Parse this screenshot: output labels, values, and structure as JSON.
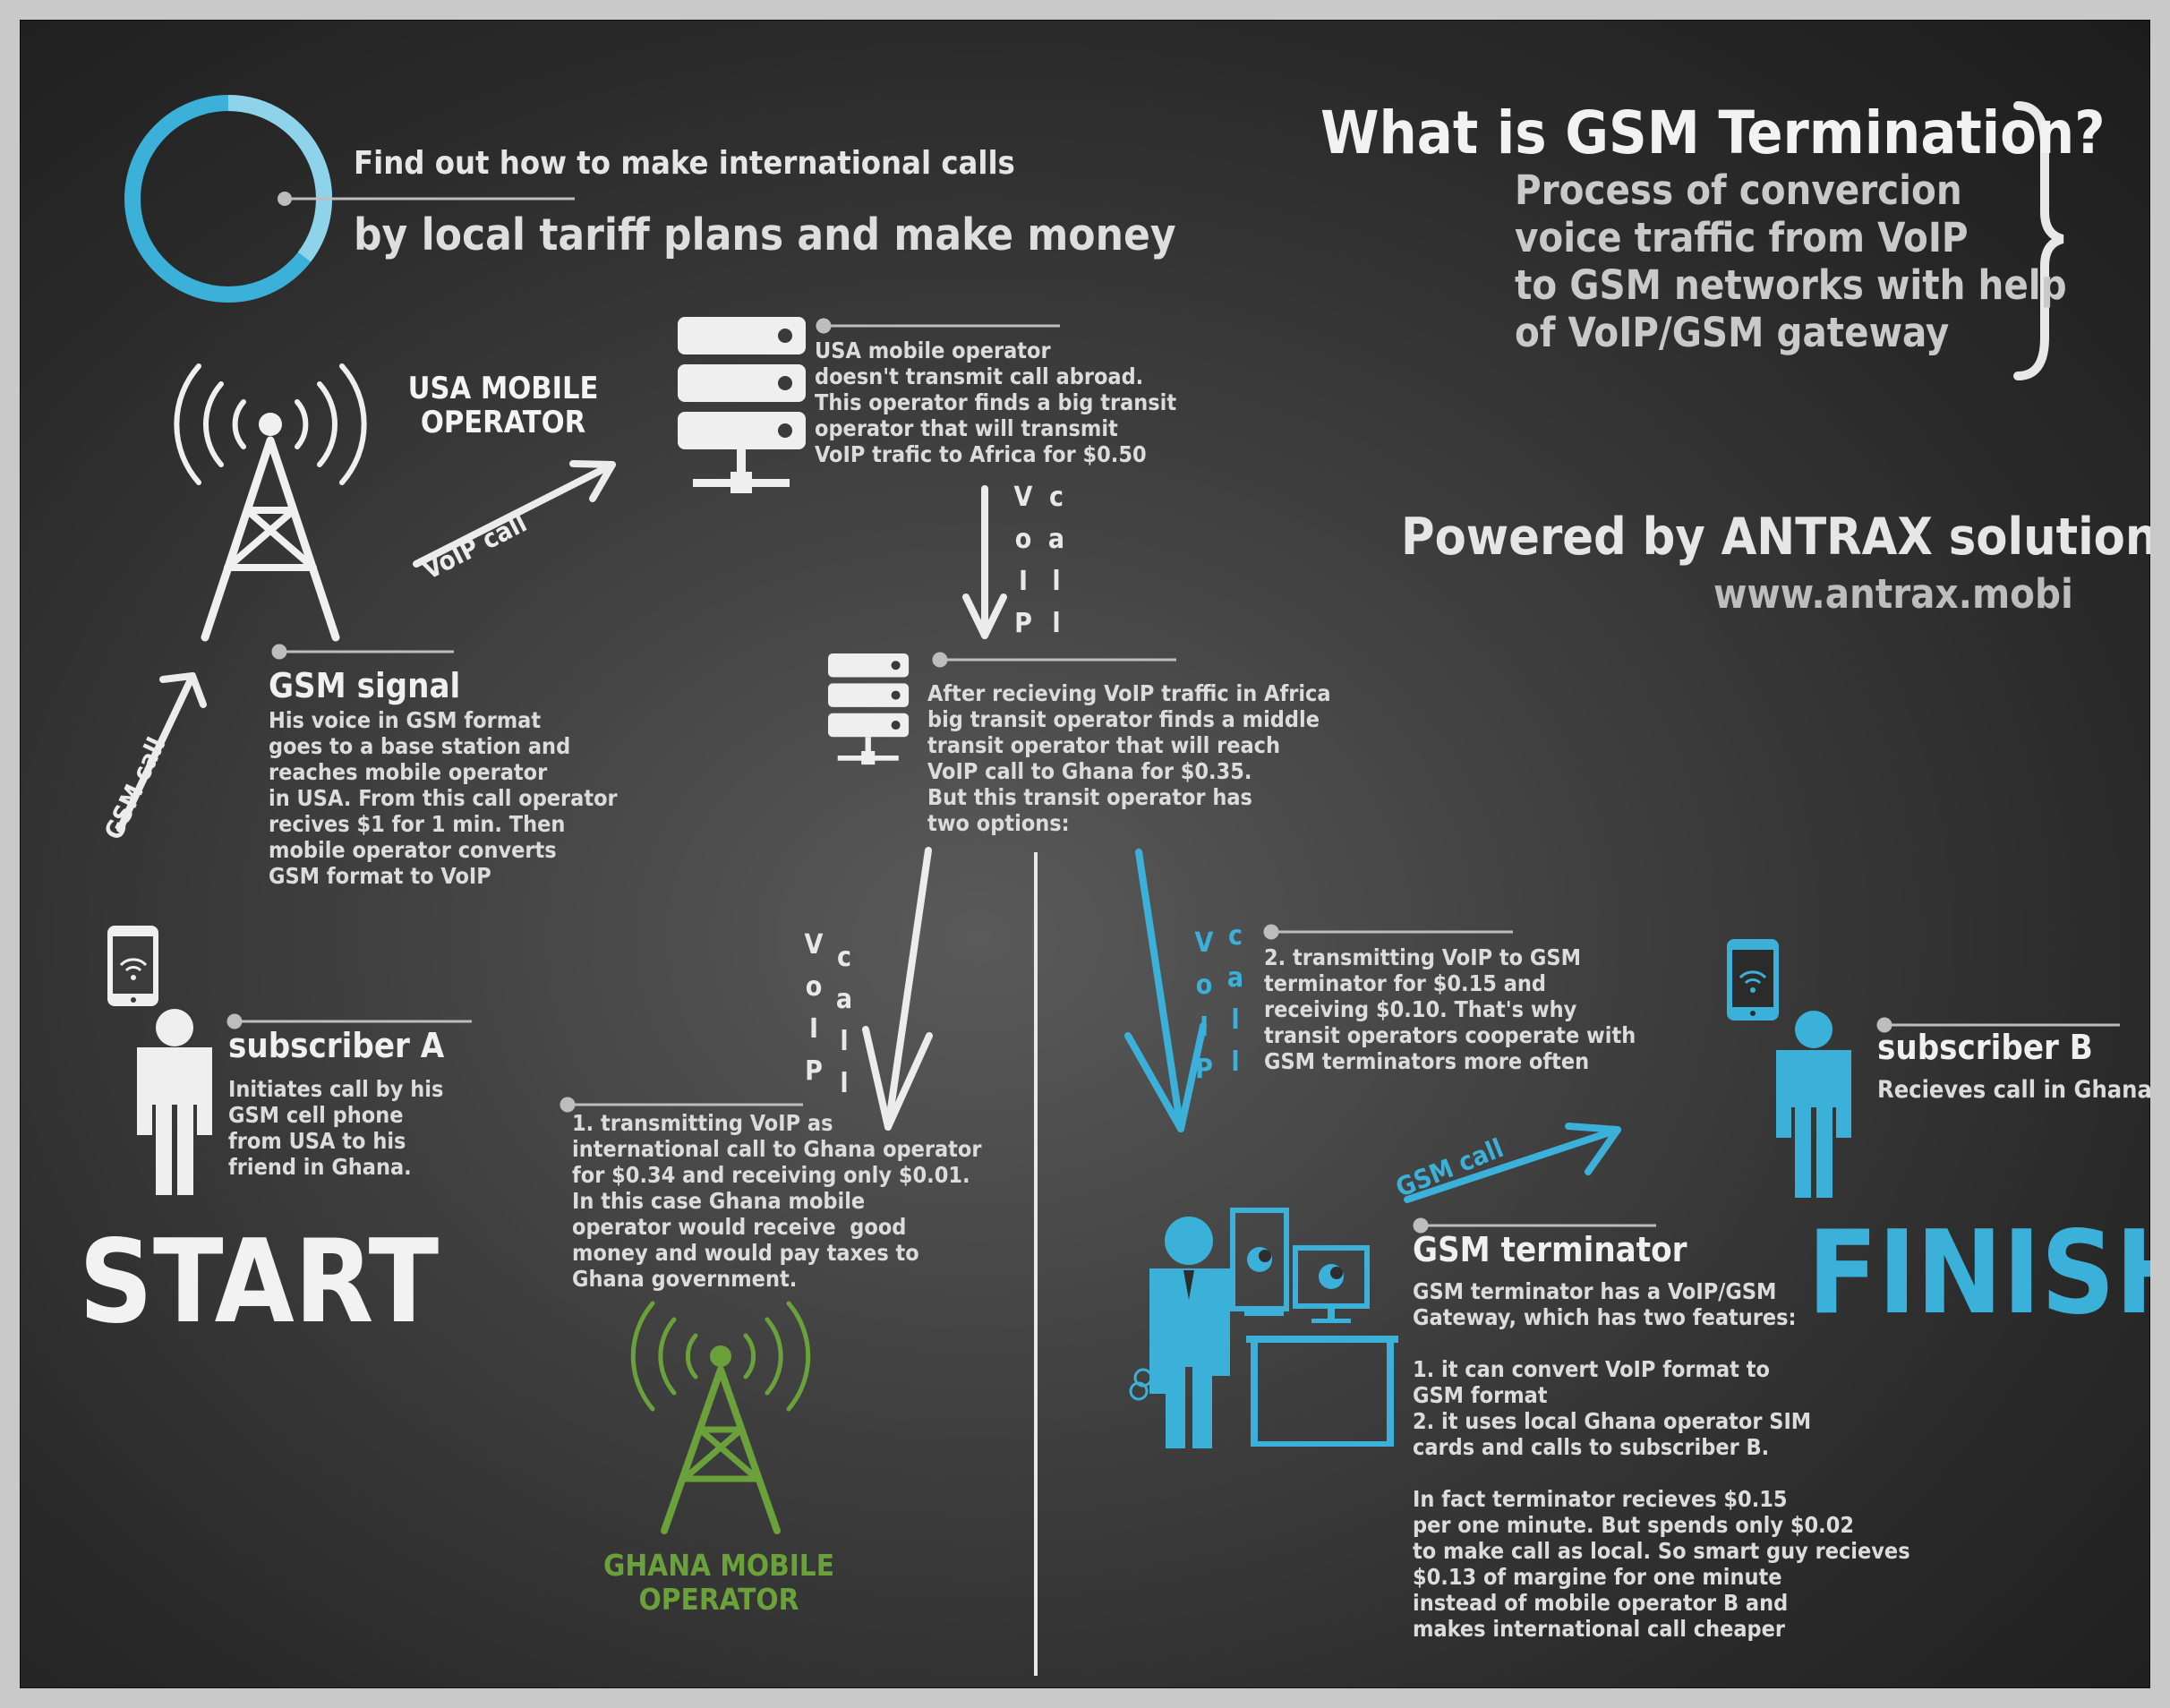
{
  "intro": {
    "line1": "Find out how to make international calls",
    "line2": "by local tariff plans and make money"
  },
  "definition": {
    "title": "What is GSM Termination?",
    "body": "Process of convercion\nvoice traffic from VoIP\nto GSM networks with help\nof VoIP/GSM gateway"
  },
  "powered": {
    "line": "Powered by ANTRAX solution",
    "url": "www.antrax.mobi"
  },
  "usa_operator": {
    "label": "USA MOBILE\nOPERATOR"
  },
  "gsm_signal": {
    "title": "GSM signal",
    "body": "His voice in GSM format\ngoes to a base station and\nreaches mobile operator\nin USA. From this call operator\nrecives $1 for 1 min. Then\nmobile operator converts\nGSM format to VoIP"
  },
  "subscriber_a": {
    "title": "subscriber A",
    "body": "Initiates call by his\nGSM cell phone\nfrom USA to his\nfriend in Ghana."
  },
  "start_label": "START",
  "finish_label": "FINISH",
  "arrow_labels": {
    "voip_call": "VoIP call",
    "gsm_call_a": "GSM call",
    "gsm_call_b": "GSM call",
    "voip_vertical": "VoIP call"
  },
  "vertical_letters": {
    "col1": [
      "V",
      "o",
      "I",
      "P"
    ],
    "col2": [
      "c",
      "a",
      "l",
      "l"
    ]
  },
  "usa_transit": {
    "body": "USA mobile operator\ndoesn't transmit call abroad.\nThis operator finds a big transit\noperator that will transmit\nVoIP trafic to Africa for $0.50"
  },
  "africa_transit": {
    "body": "After recieving VoIP traffic in Africa\nbig transit operator finds a middle\ntransit operator that will reach\nVoIP call to Ghana for $0.35.\nBut this transit operator has\ntwo options:"
  },
  "option1": {
    "body": "1. transmitting VoIP as\ninternational call to Ghana operator\nfor $0.34 and receiving only $0.01.\nIn this case Ghana mobile\noperator would receive  good\nmoney and would pay taxes to\nGhana government."
  },
  "option2": {
    "body": "2. transmitting VoIP to GSM\nterminator for $0.15 and\nreceiving $0.10. That's why\ntransit operators cooperate with\nGSM terminators more often"
  },
  "ghana_operator": {
    "label": "GHANA MOBILE\nOPERATOR"
  },
  "terminator": {
    "title": "GSM terminator",
    "body": "GSM terminator has a VoIP/GSM\nGateway, which has two features:\n\n1. it can convert VoIP format to\nGSM format\n2. it uses local Ghana operator SIM\ncards and calls to subscriber B.\n\nIn fact terminator recieves $0.15\nper one minute. But spends only $0.02\nto make call as local. So smart guy recieves\n$0.13 of margine for one minute\ninstead of mobile operator B and\nmakes international call cheaper"
  },
  "subscriber_b": {
    "title": "subscriber B",
    "body": "Recieves call in Ghana"
  },
  "colors": {
    "accent_blue": "#3bb1da",
    "ghana_green": "#6ba13a",
    "text_light": "#e4e4e4"
  },
  "icons": [
    "progress-ring-icon",
    "radio-tower-icon",
    "server-icon",
    "mobile-phone-icon",
    "person-icon",
    "terminator-workstation-icon",
    "arrow-icon",
    "brace-icon"
  ]
}
